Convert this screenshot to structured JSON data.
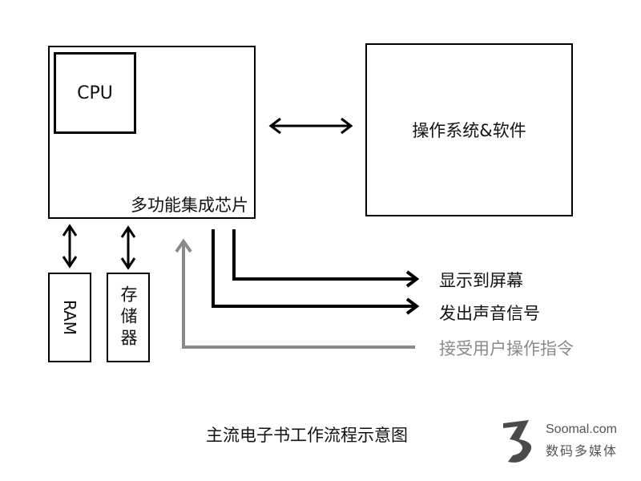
{
  "blocks": {
    "soc": "多功能集成芯片",
    "cpu": "CPU",
    "os": "操作系统&软件",
    "ram": "RAM",
    "storage": "存储器"
  },
  "outputs": {
    "display": "显示到屏幕",
    "sound": "发出声音信号",
    "input": "接受用户操作指令"
  },
  "caption": "主流电子书工作流程示意图",
  "brand": {
    "name": "Soomal.com",
    "sub": "数码多媒体"
  },
  "colors": {
    "line": "#000000",
    "input_line": "#8a8a8a",
    "logo": "#4a4a4a"
  },
  "icons": {
    "logo": "soomal-s-logo-icon"
  }
}
